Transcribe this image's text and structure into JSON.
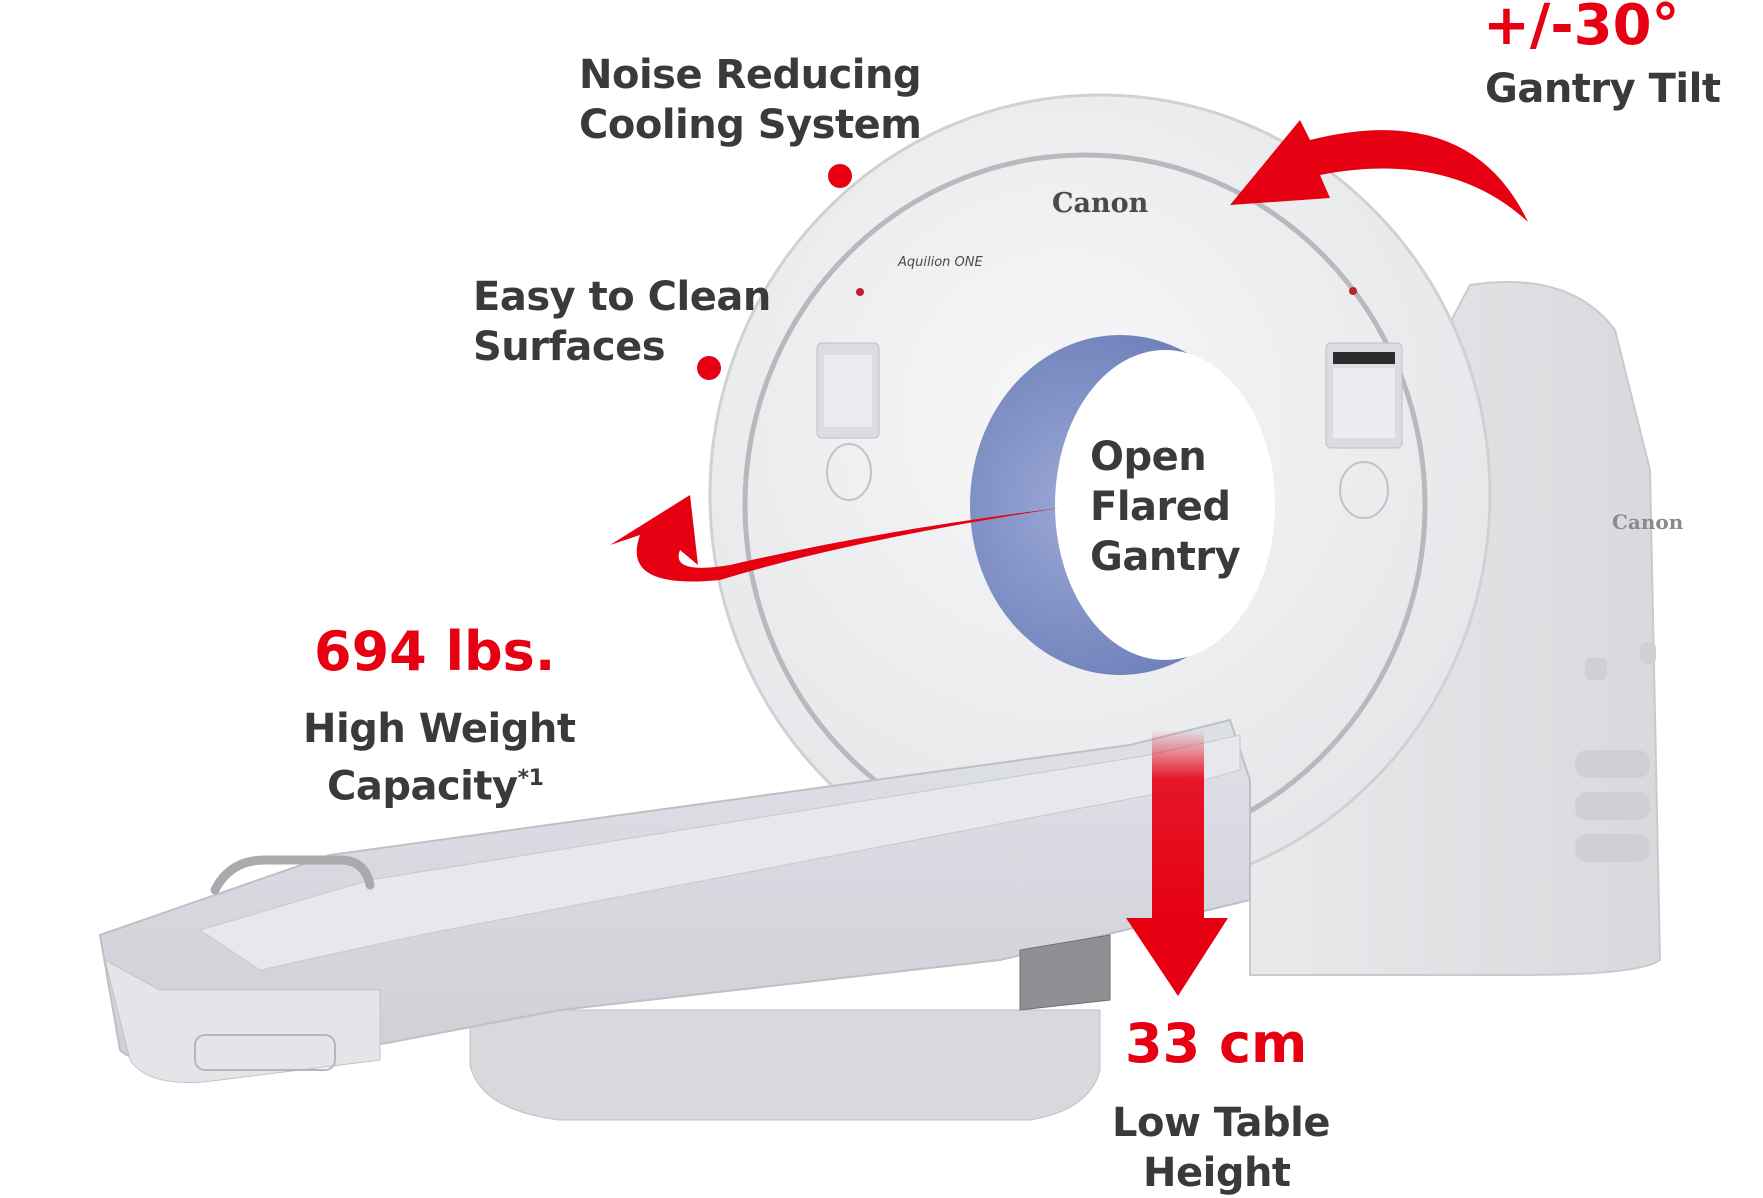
{
  "product": {
    "brand": "Canon",
    "model": "Aquilion ONE",
    "side_brand": "Canon"
  },
  "callouts": {
    "gantry_tilt": {
      "value": "+/-30°",
      "label": "Gantry Tilt"
    },
    "noise": {
      "line1": "Noise Reducing",
      "line2": "Cooling System"
    },
    "clean": {
      "line1": "Easy to Clean",
      "line2": "Surfaces"
    },
    "gantry": {
      "line1": "Open",
      "line2": "Flared",
      "line3": "Gantry"
    },
    "weight": {
      "value": "694 lbs.",
      "line1": "High Weight",
      "line2": "Capacity",
      "footnote": "*1"
    },
    "table": {
      "value": "33 cm",
      "line1": "Low Table",
      "line2": "Height"
    }
  },
  "colors": {
    "accent_red": "#e60012",
    "label_gray": "#3a3a3c",
    "machine_white": "#eeeef0",
    "machine_shade": "#d6d7db",
    "bore_blue": "#7d8fc4"
  }
}
